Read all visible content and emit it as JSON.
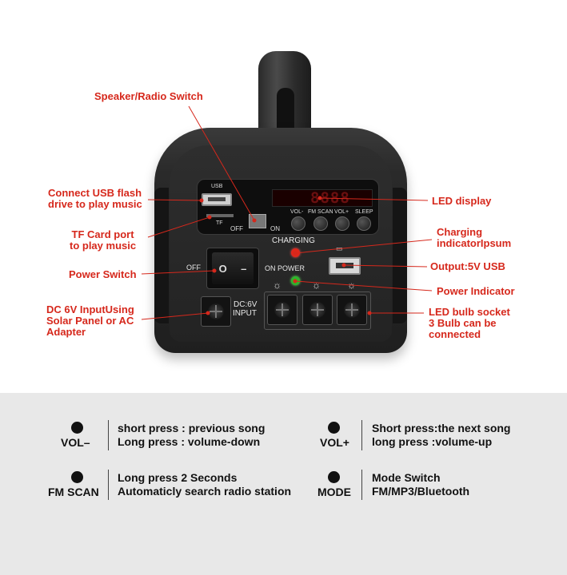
{
  "callouts": {
    "speaker_radio_switch": "Speaker/Radio Switch",
    "usb_flash_line1": "Connect USB flash",
    "usb_flash_line2": "drive to play music",
    "tf_card_line1": "TF Card port",
    "tf_card_line2": "to play music",
    "power_switch": "Power Switch",
    "dc_input_line1": "DC 6V InputUsing",
    "dc_input_line2": "Solar Panel or AC",
    "dc_input_line3": "Adapter",
    "led_display": "LED display",
    "charging_indicator_line1": "Charging",
    "charging_indicator_line2": "indicatorIpsum",
    "output_usb": "Output:5V USB",
    "power_indicator": "Power Indicator",
    "led_bulb_line1": "LED bulb socket",
    "led_bulb_line2": "3 Bulb can be",
    "led_bulb_line3": "connected"
  },
  "panel": {
    "usb": "USB",
    "tf": "TF",
    "off_small": "OFF",
    "on_small": "ON",
    "led_digits": "8888",
    "btn_vol_minus": "VOL-",
    "btn_fm_scan": "FM SCAN",
    "btn_vol_plus": "VOL+",
    "btn_sleep": "SLEEP",
    "charging": "CHARGING",
    "off": "OFF",
    "on_power": "ON  POWER",
    "dc_input_line1": "DC:6V",
    "dc_input_line2": "INPUT",
    "switch_symbol_off": "O",
    "switch_symbol_on": "–"
  },
  "legend": {
    "items": [
      {
        "name": "VOL–",
        "line1": "short press : previous song",
        "line2": "Long press : volume-down"
      },
      {
        "name": "VOL+",
        "line1": "Short press:the next song",
        "line2": "long press :volume-up"
      },
      {
        "name": "FM SCAN",
        "line1": "Long press 2 Seconds",
        "line2": "Automaticly search radio station"
      },
      {
        "name": "MODE",
        "line1": "Mode Switch",
        "line2": "FM/MP3/Bluetooth"
      }
    ]
  },
  "colors": {
    "callout": "#d6281c",
    "legend_bg": "#e8e8e8",
    "charging_led": "#e0261a",
    "power_led": "#2fb52a"
  }
}
